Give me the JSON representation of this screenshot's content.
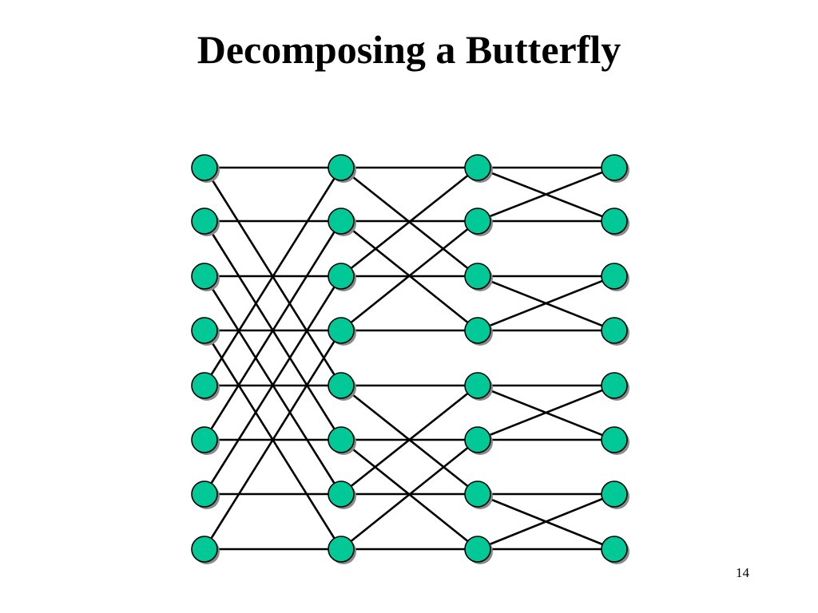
{
  "slide": {
    "title": "Decomposing a Butterfly",
    "page_number": "14"
  },
  "diagram": {
    "type": "butterfly-network",
    "levels": 4,
    "nodes_per_level": 8,
    "colors": {
      "node_fill": "#00c896",
      "node_stroke": "#000000",
      "node_shadow": "#8a8a8a",
      "edge": "#000000"
    },
    "edges": [
      {
        "from_level": 0,
        "to_level": 1,
        "connections": [
          [
            0,
            0
          ],
          [
            0,
            4
          ],
          [
            1,
            1
          ],
          [
            1,
            5
          ],
          [
            2,
            2
          ],
          [
            2,
            6
          ],
          [
            3,
            3
          ],
          [
            3,
            7
          ],
          [
            4,
            0
          ],
          [
            4,
            4
          ],
          [
            5,
            1
          ],
          [
            5,
            5
          ],
          [
            6,
            2
          ],
          [
            6,
            6
          ],
          [
            7,
            3
          ],
          [
            7,
            7
          ]
        ]
      },
      {
        "from_level": 1,
        "to_level": 2,
        "connections": [
          [
            0,
            0
          ],
          [
            0,
            2
          ],
          [
            1,
            1
          ],
          [
            1,
            3
          ],
          [
            2,
            0
          ],
          [
            2,
            2
          ],
          [
            3,
            1
          ],
          [
            3,
            3
          ],
          [
            4,
            4
          ],
          [
            4,
            6
          ],
          [
            5,
            5
          ],
          [
            5,
            7
          ],
          [
            6,
            4
          ],
          [
            6,
            6
          ],
          [
            7,
            5
          ],
          [
            7,
            7
          ]
        ]
      },
      {
        "from_level": 2,
        "to_level": 3,
        "connections": [
          [
            0,
            0
          ],
          [
            0,
            1
          ],
          [
            1,
            0
          ],
          [
            1,
            1
          ],
          [
            2,
            2
          ],
          [
            2,
            3
          ],
          [
            3,
            2
          ],
          [
            3,
            3
          ],
          [
            4,
            4
          ],
          [
            4,
            5
          ],
          [
            5,
            4
          ],
          [
            5,
            5
          ],
          [
            6,
            6
          ],
          [
            6,
            7
          ],
          [
            7,
            6
          ],
          [
            7,
            7
          ]
        ]
      }
    ]
  }
}
